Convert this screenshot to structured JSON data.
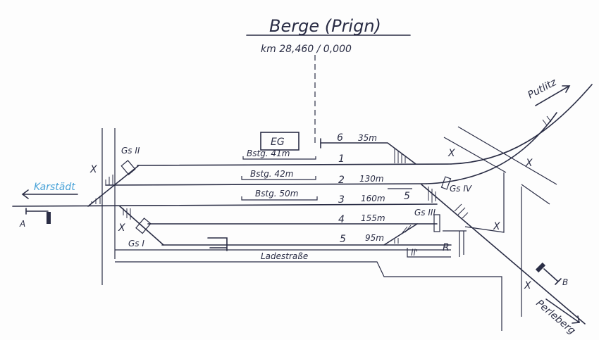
{
  "station": {
    "name": "Berge (Prign)",
    "km": "km 28,460 / 0,000",
    "building": "EG"
  },
  "directions": {
    "left": "Karstädt",
    "up_right": "Putlitz",
    "down_right": "Perleberg"
  },
  "colors": {
    "ink": "#2a2d45",
    "karstaedt": "#4aa3d8"
  },
  "tracks": [
    {
      "number": "6",
      "length": "35m"
    },
    {
      "number": "1",
      "length": ""
    },
    {
      "number": "2",
      "length": "130m"
    },
    {
      "number": "3",
      "length": "160m"
    },
    {
      "number": "4",
      "length": "155m"
    },
    {
      "number": "5",
      "length": "95m"
    }
  ],
  "platforms": [
    "Bstg. 41m",
    "Bstg. 42m",
    "Bstg. 50m"
  ],
  "signal_boxes": [
    "Gs I",
    "Gs II",
    "Gs III",
    "Gs IV"
  ],
  "signals": {
    "a": "A",
    "b": "B"
  },
  "road": "Ladestraße",
  "marks": {
    "ramp": "R",
    "shed": "ll'",
    "stop": "5",
    "crossing": "X"
  }
}
